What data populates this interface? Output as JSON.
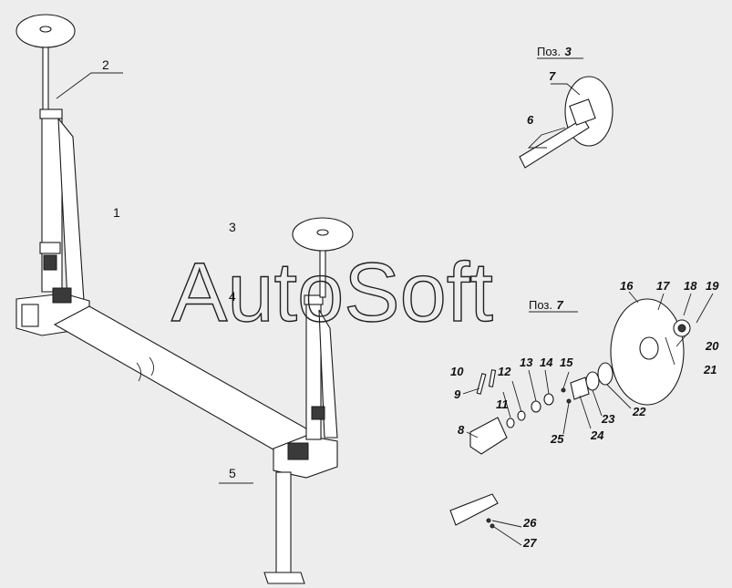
{
  "watermark": "AutoSoft",
  "callouts": {
    "c1": "1",
    "c2": "2",
    "c3": "3",
    "c4": "4",
    "c5": "5",
    "c6": "6",
    "c7": "7",
    "c8": "8",
    "c9": "9",
    "c10": "10",
    "c11": "11",
    "c12": "12",
    "c13": "13",
    "c14": "14",
    "c15": "15",
    "c16": "16",
    "c17": "17",
    "c18": "18",
    "c19": "19",
    "c20": "20",
    "c21": "21",
    "c22": "22",
    "c23": "23",
    "c24": "24",
    "c25": "25",
    "c26": "26",
    "c27": "27"
  },
  "position_labels": {
    "poz3_prefix": "Поз.",
    "poz3_number": "3",
    "poz7_prefix": "Поз.",
    "poz7_number": "7"
  }
}
